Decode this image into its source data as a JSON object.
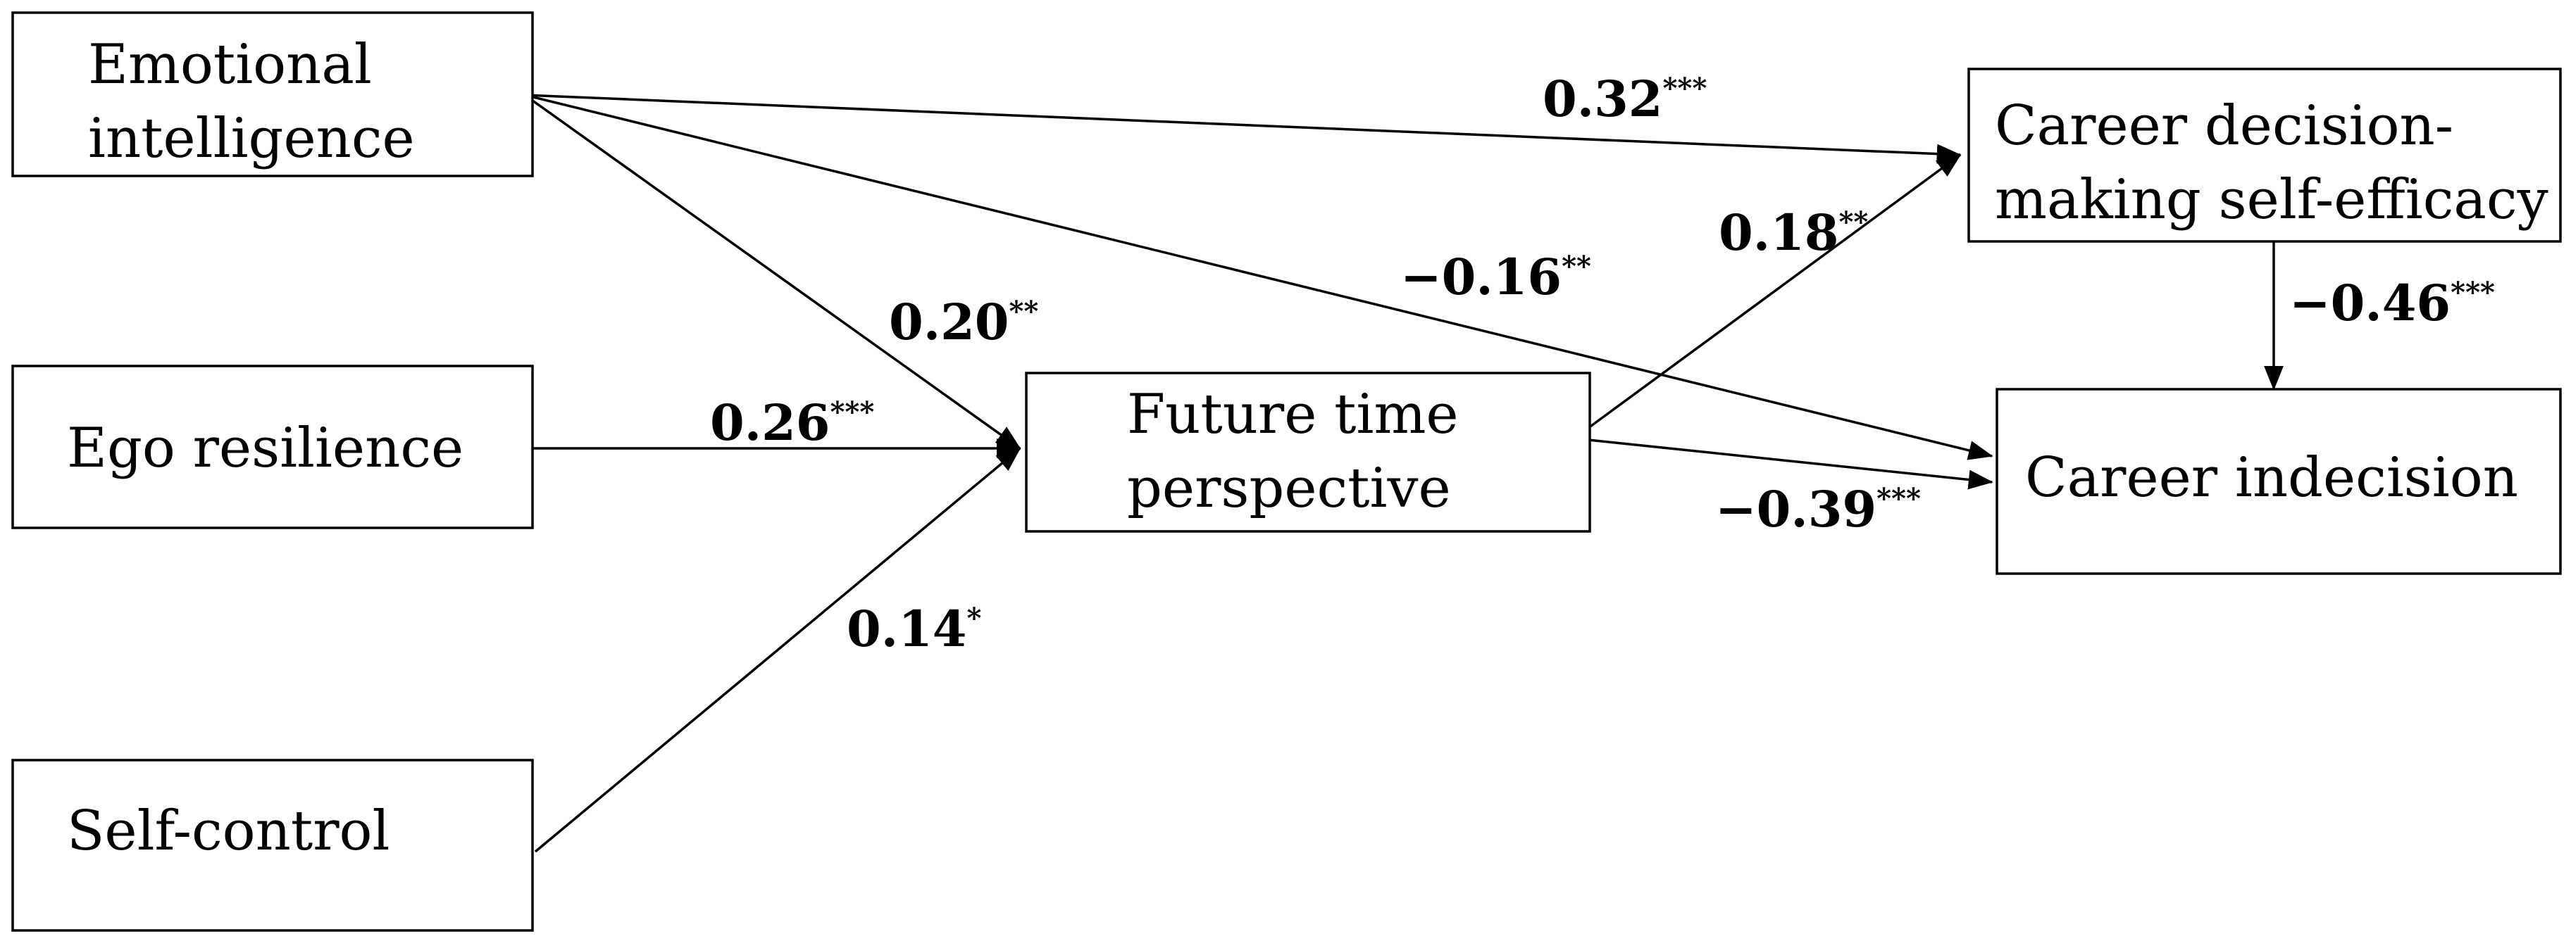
{
  "nodes": {
    "emotional_intelligence": [
      "Emotional",
      "intelligence"
    ],
    "ego_resilience": [
      "Ego resilience"
    ],
    "self_control": [
      "Self-control"
    ],
    "future_time_perspective": [
      "Future time",
      "perspective"
    ],
    "career_decision_self_efficacy": [
      "Career decision-",
      "making self-efficacy"
    ],
    "career_indecision": [
      "Career indecision"
    ]
  },
  "edges": {
    "ei_to_cdse": {
      "value": "0.32",
      "sig": "***"
    },
    "ei_to_ci": {
      "value": "−0.16",
      "sig": "**"
    },
    "ei_to_ftp": {
      "value": "0.20",
      "sig": "**"
    },
    "er_to_ftp": {
      "value": "0.26",
      "sig": "***"
    },
    "sc_to_ftp": {
      "value": "0.14",
      "sig": "*"
    },
    "ftp_to_cdse": {
      "value": "0.18",
      "sig": "**"
    },
    "ftp_to_ci": {
      "value": "−0.39",
      "sig": "***"
    },
    "cdse_to_ci": {
      "value": "−0.46",
      "sig": "***"
    }
  }
}
